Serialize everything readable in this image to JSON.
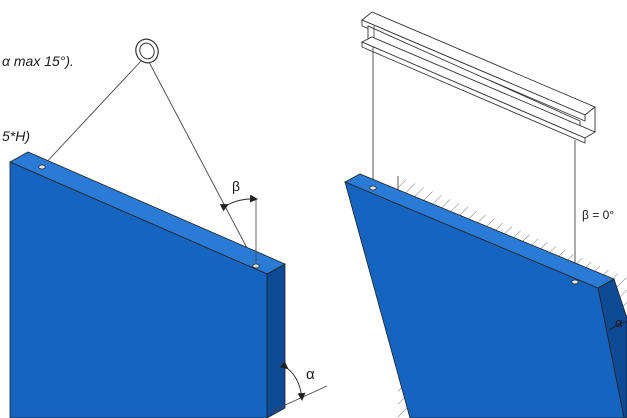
{
  "left_figure": {
    "note_angle": "α  max 15°).",
    "note_height": "5*H)",
    "beta_label": "β",
    "alpha_label": "α"
  },
  "right_figure": {
    "beta_label": "β = 0°",
    "alpha_label": "α"
  },
  "colors": {
    "panel_face": "#1565c0",
    "panel_top": "#2a7bd6",
    "panel_side": "#0d4a96",
    "line": "#333333"
  }
}
